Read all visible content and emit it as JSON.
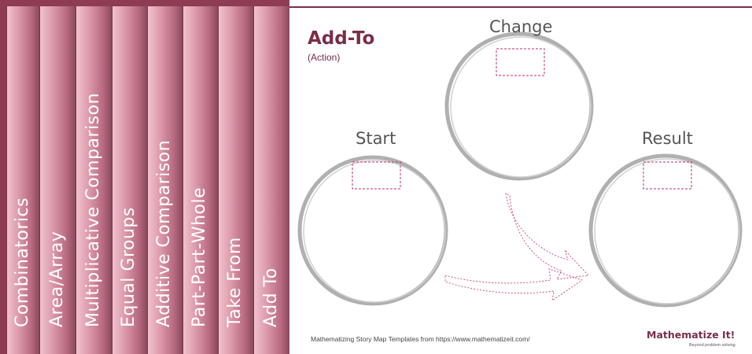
{
  "tabs": [
    {
      "label": "Combinatorics"
    },
    {
      "label": "Area/Array"
    },
    {
      "label": "Multiplicative Comparison"
    },
    {
      "label": "Equal Groups"
    },
    {
      "label": "Additive Comparison"
    },
    {
      "label": "Part-Part-Whole"
    },
    {
      "label": "Take From"
    },
    {
      "label": "Add To"
    }
  ],
  "page": {
    "title": "Add-To",
    "subtitle": "(Action)"
  },
  "circles": {
    "start": "Start",
    "change": "Change",
    "result": "Result"
  },
  "footer": {
    "source": "Mathematizing Story Map Templates from https://www.mathematizeit.com/",
    "brand": "Mathematize It!",
    "tagline": "Beyond problem solving"
  },
  "colors": {
    "accent": "#7a2d46",
    "tab_light": "#f0c3cd",
    "circle_ring": "#9a9a9a",
    "input_box_dash": "#c0305a"
  }
}
